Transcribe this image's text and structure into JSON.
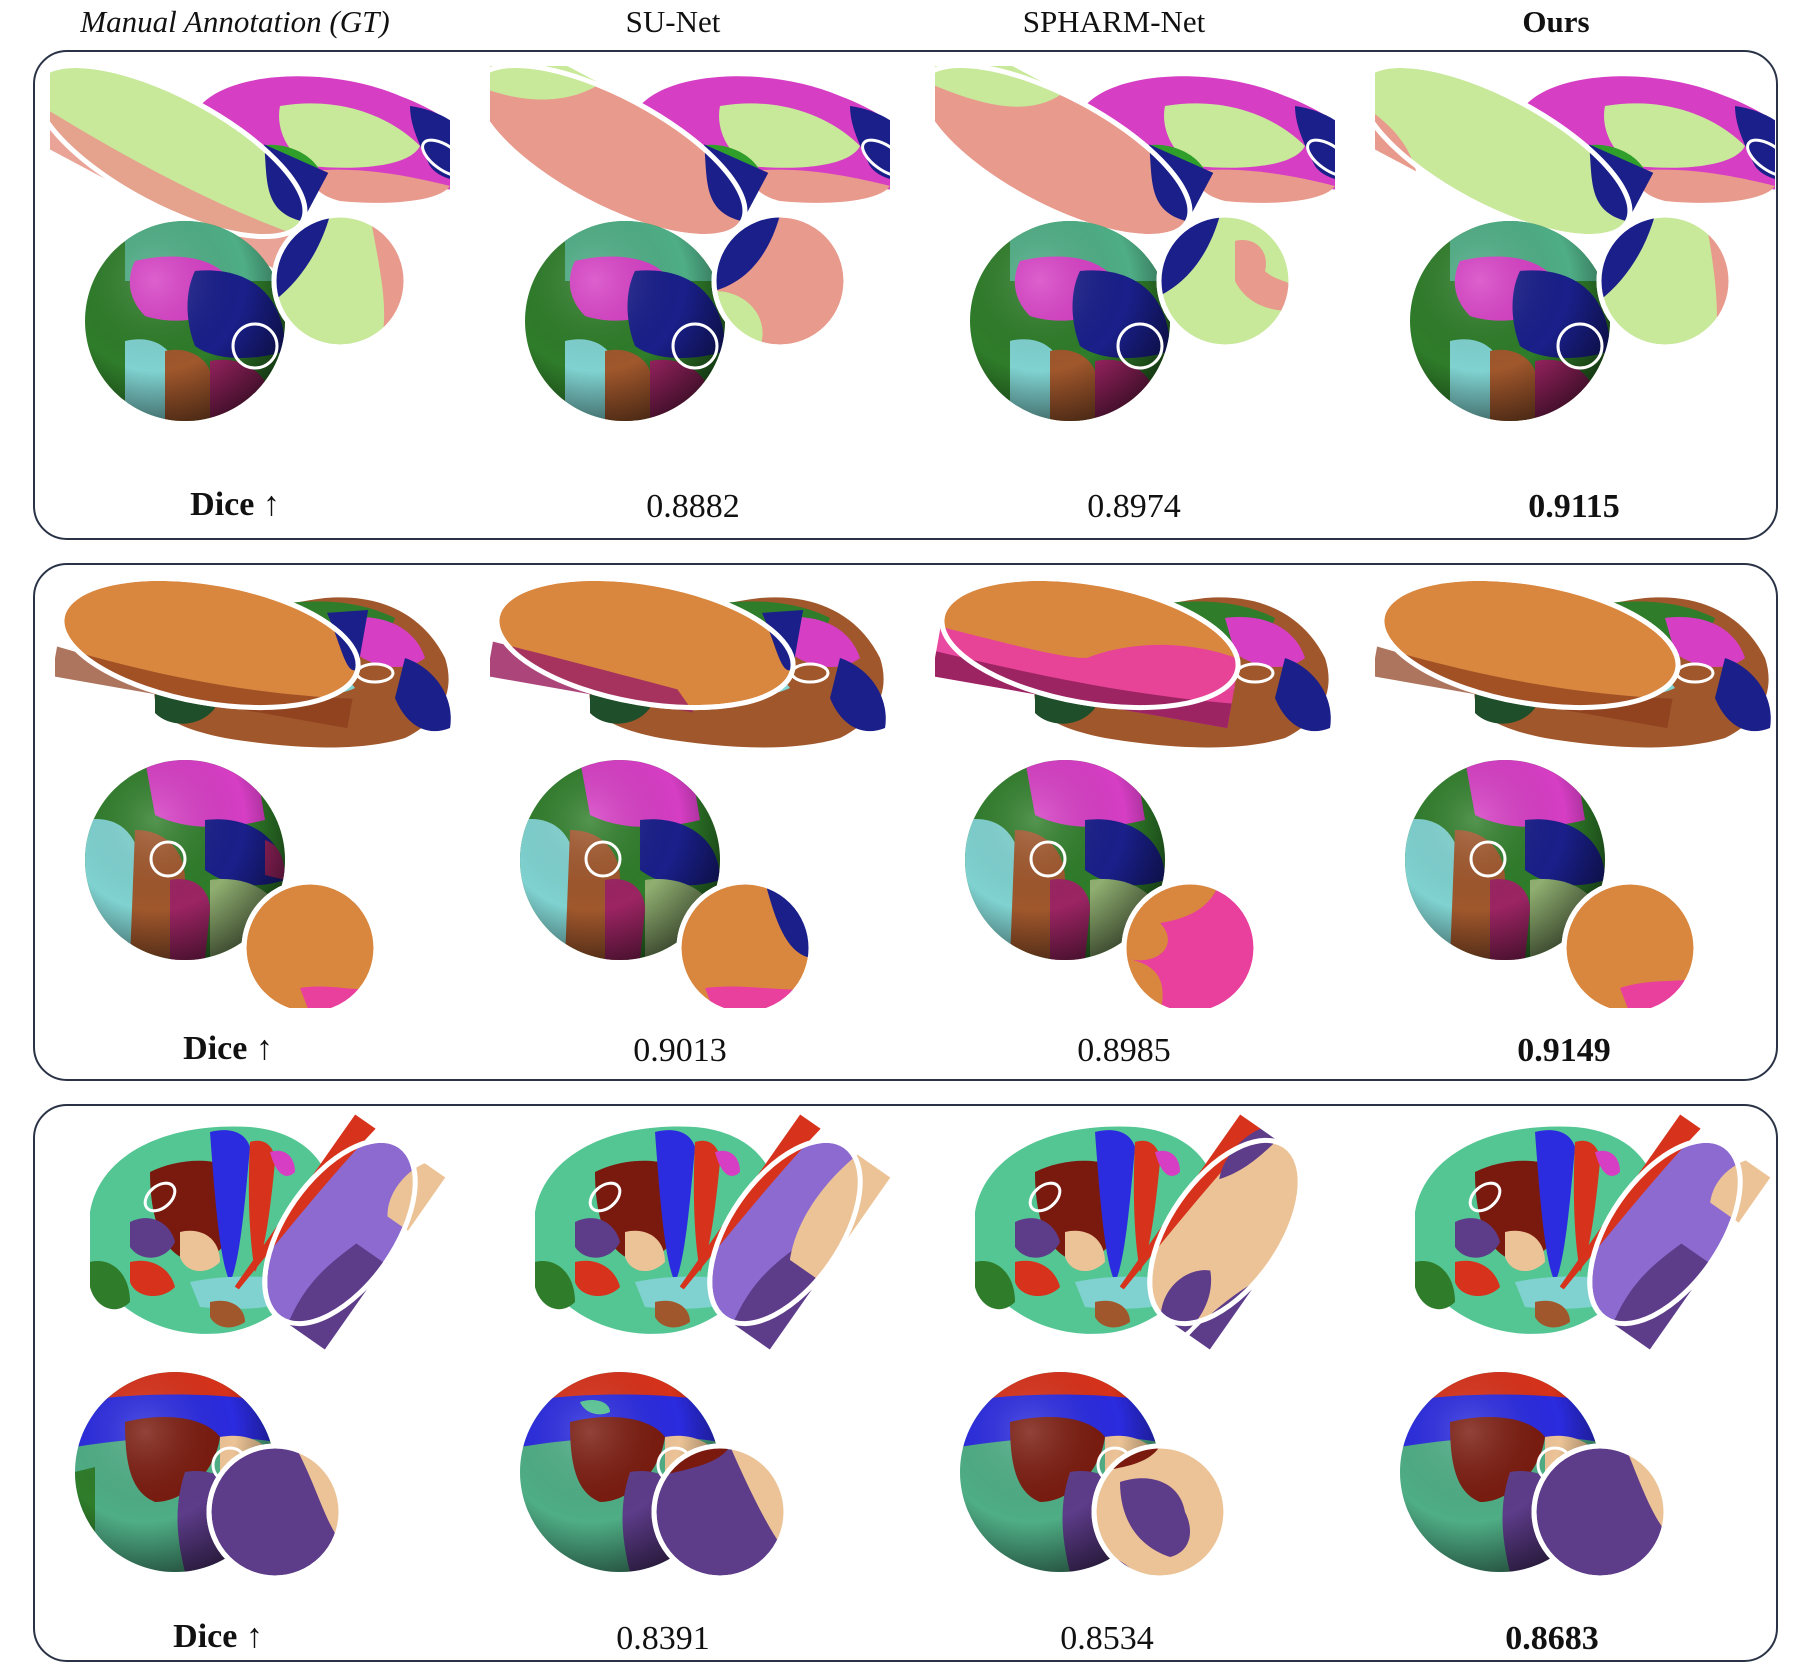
{
  "headers": {
    "gt": "Manual Annotation (GT)",
    "sunet": "SU-Net",
    "spharm": "SPHARM-Net",
    "ours": "Ours"
  },
  "metric_label": "Dice ↑",
  "rows": [
    {
      "scores": {
        "sunet": "0.8882",
        "spharm": "0.8974",
        "ours": "0.9115"
      }
    },
    {
      "scores": {
        "sunet": "0.9013",
        "spharm": "0.8985",
        "ours": "0.9149"
      }
    },
    {
      "scores": {
        "sunet": "0.8391",
        "spharm": "0.8534",
        "ours": "0.8683"
      }
    }
  ],
  "colors": {
    "panel_border": "#2a3346",
    "navy": "#1a1f8a",
    "magenta": "#d63ec4",
    "light_green": "#c8e89a",
    "salmon": "#e89a8c",
    "teal": "#4fae86",
    "cyan": "#7fd2d0",
    "brown": "#a0572c",
    "plum": "#9c2463",
    "forest": "#2f7d2a",
    "orange": "#d9873f",
    "pink": "#e8409c",
    "blue": "#2b2be0",
    "red": "#d7321b",
    "maroon": "#7a1a0e",
    "purple": "#5d3c8a",
    "tan": "#ecc396",
    "mint": "#54c693",
    "gray": "#6d6d6d"
  }
}
